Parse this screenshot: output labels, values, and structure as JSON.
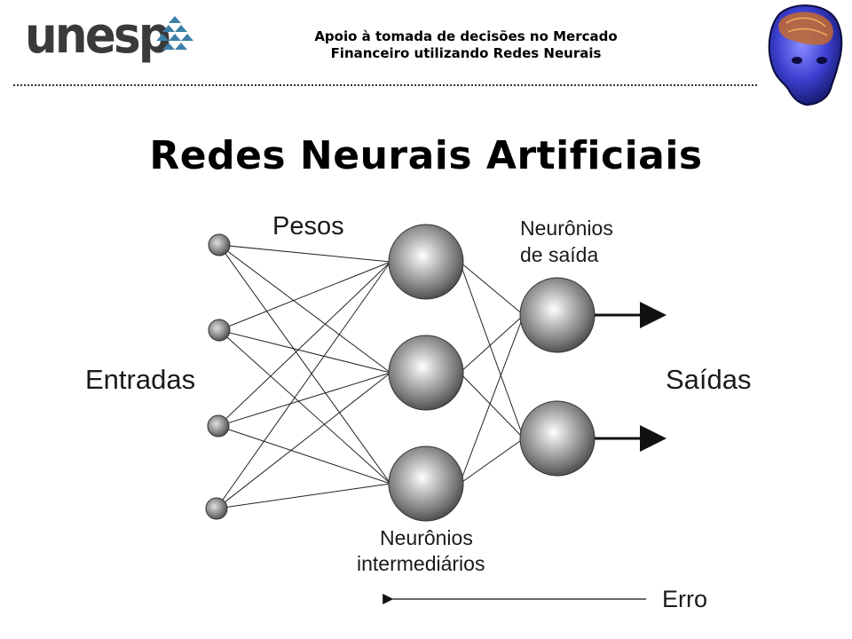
{
  "header": {
    "logo_text": "unesp",
    "subtitle_line1": "Apoio à tomada de decisões no Mercado",
    "subtitle_line2": "Financeiro utilizando Redes Neurais"
  },
  "slide": {
    "title": "Redes Neurais Artificiais"
  },
  "diagram": {
    "label_weights": "Pesos",
    "label_inputs": "Entradas",
    "label_output_neurons_1": "Neurônios",
    "label_output_neurons_2": "de saída",
    "label_outputs": "Saídas",
    "label_hidden_1": "Neurônios",
    "label_hidden_2": "intermediários",
    "label_error": "Erro"
  },
  "icons": {
    "logo": "unesp-logo-icon",
    "brain_head": "brain-head-icon"
  }
}
